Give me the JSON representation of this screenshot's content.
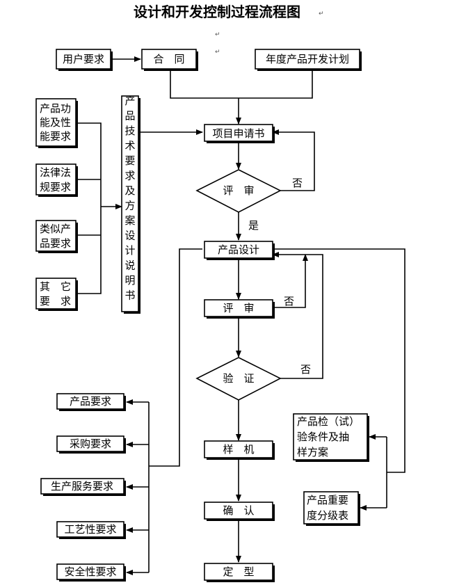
{
  "title": "设计和开发控制过程流程图",
  "para_mark": "↵",
  "nodes": {
    "user_req": "用户要求",
    "contract": "合　同",
    "annual_plan": "年度产品开发计划",
    "func_req": [
      "产品功",
      "能及性",
      "能要求"
    ],
    "legal_req": [
      "法律法",
      "规要求"
    ],
    "similar_req": [
      "类似产",
      "品要求"
    ],
    "other_req": [
      "其　它",
      "要　求"
    ],
    "tech_spec": [
      "产",
      "品",
      "技",
      "术",
      "要",
      "求",
      "及",
      "方",
      "案",
      "设",
      "计",
      "说",
      "明",
      "书"
    ],
    "project_app": "项目申请书",
    "review1": "评　审",
    "design": "产品设计",
    "review2": "评　审",
    "verify": "验　证",
    "sample": "样　机",
    "confirm": "确　认",
    "finalize": "定　型",
    "out_product": "产品要求",
    "out_purchase": "采购要求",
    "out_service": "生产服务要求",
    "out_process": "工艺性要求",
    "out_safety": "安全性要求",
    "test_plan": [
      "产品检（试）",
      "验条件及抽",
      "样方案"
    ],
    "importance": [
      "产品重要",
      "度分级表"
    ]
  },
  "edge_labels": {
    "no1": "否",
    "yes1": "是",
    "no2": "否",
    "no3": "否"
  }
}
